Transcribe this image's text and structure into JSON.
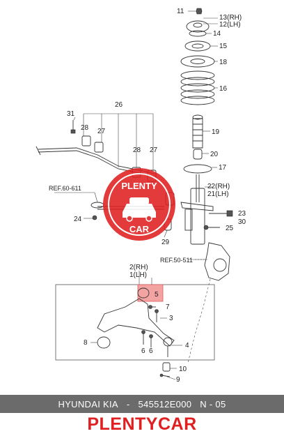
{
  "callouts": {
    "c11": "11",
    "c13": "13(RH)",
    "c12": "12(LH)",
    "c14": "14",
    "c15": "15",
    "c18": "18",
    "c16": "16",
    "c31": "31",
    "c26": "26",
    "c28a": "28",
    "c27a": "27",
    "c19": "19",
    "c28b": "28",
    "c27b": "27",
    "c20": "20",
    "c17": "17",
    "c22": "22(RH)",
    "c21": "21(LH)",
    "c24": "24",
    "c23": "23",
    "c30": "30",
    "c25": "25",
    "c29": "29",
    "c2": "2(RH)",
    "c1": "1(LH)",
    "c5": "5",
    "c7": "7",
    "c3": "3",
    "c8": "8",
    "c6a": "6",
    "c6b": "6",
    "c4": "4",
    "c10": "10",
    "c9": "9"
  },
  "refs": {
    "ref_a": "REF.60-611",
    "ref_b": "REF.50-511"
  },
  "watermark": {
    "line1": "PLENTY",
    "line2": "CAR"
  },
  "footer": {
    "make": "HYUNDAI  KIA",
    "sep": "-",
    "part_number": "545512E000",
    "page": "N - 05"
  },
  "brand": "PLENTYCAR",
  "colors": {
    "brand_red": "#e02020",
    "footer_bg": "#6b6b6b",
    "highlight_box": "#f4a3a3"
  }
}
